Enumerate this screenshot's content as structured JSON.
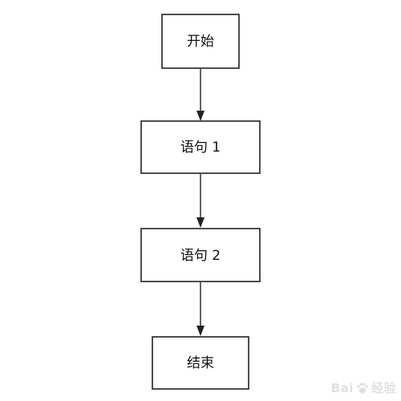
{
  "diagram": {
    "nodes": [
      {
        "id": "start",
        "label": "开始"
      },
      {
        "id": "stmt1",
        "label": "语句 1"
      },
      {
        "id": "stmt2",
        "label": "语句 2"
      },
      {
        "id": "end",
        "label": "结束"
      }
    ],
    "edges": [
      {
        "from": "start",
        "to": "stmt1"
      },
      {
        "from": "stmt1",
        "to": "stmt2"
      },
      {
        "from": "stmt2",
        "to": "end"
      }
    ]
  },
  "watermark": {
    "brand": "Bai",
    "suffix": "经验",
    "icon": "paw-icon"
  }
}
